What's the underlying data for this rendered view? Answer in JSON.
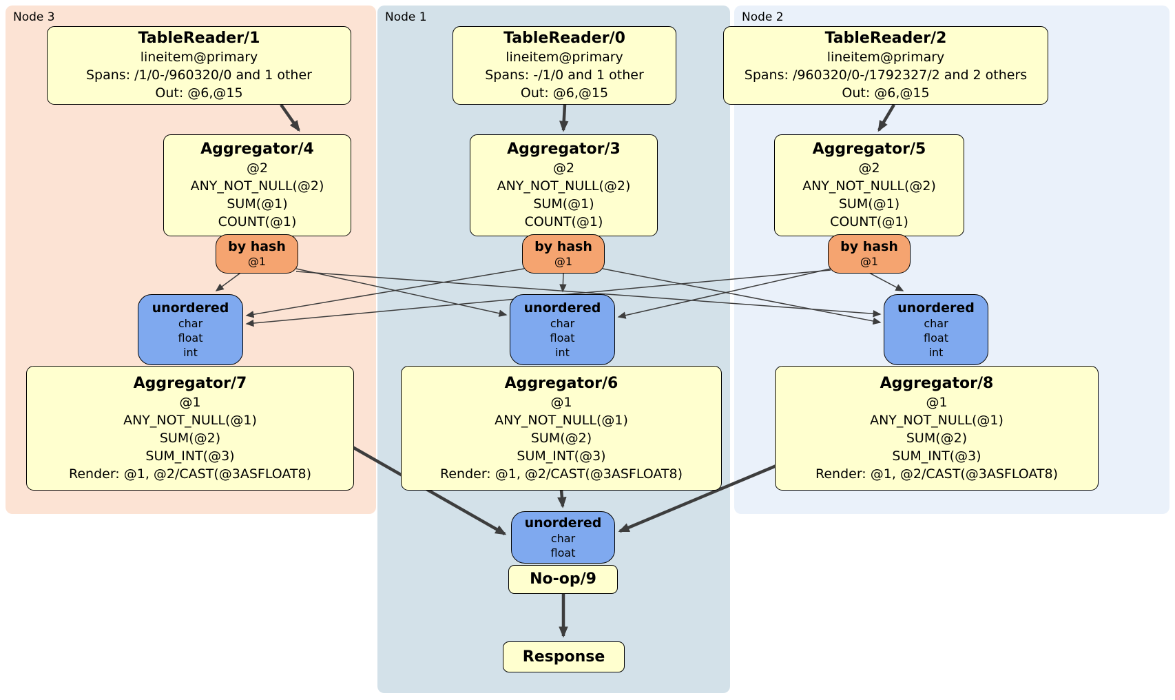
{
  "colors": {
    "node3_bg": "#fce3d4",
    "node1_bg": "#d3e1e9",
    "node2_bg": "#eaf1fa",
    "processor_bg": "#ffffcf",
    "router_bg": "#f5a470",
    "sync_bg": "#7fa9ef",
    "edge": "#3d3d3d",
    "border": "#000000"
  },
  "groups": {
    "node3": {
      "label": "Node 3"
    },
    "node1": {
      "label": "Node 1"
    },
    "node2": {
      "label": "Node 2"
    }
  },
  "processors": {
    "tr1": {
      "title": "TableReader/1",
      "lines": [
        "lineitem@primary",
        "Spans: /1/0-/960320/0 and 1 other",
        "Out: @6,@15"
      ]
    },
    "tr0": {
      "title": "TableReader/0",
      "lines": [
        "lineitem@primary",
        "Spans: -/1/0 and 1 other",
        "Out: @6,@15"
      ]
    },
    "tr2": {
      "title": "TableReader/2",
      "lines": [
        "lineitem@primary",
        "Spans: /960320/0-/1792327/2 and 2 others",
        "Out: @6,@15"
      ]
    },
    "agg4": {
      "title": "Aggregator/4",
      "lines": [
        "@2",
        "ANY_NOT_NULL(@2)",
        "SUM(@1)",
        "COUNT(@1)"
      ]
    },
    "agg3": {
      "title": "Aggregator/3",
      "lines": [
        "@2",
        "ANY_NOT_NULL(@2)",
        "SUM(@1)",
        "COUNT(@1)"
      ]
    },
    "agg5": {
      "title": "Aggregator/5",
      "lines": [
        "@2",
        "ANY_NOT_NULL(@2)",
        "SUM(@1)",
        "COUNT(@1)"
      ]
    },
    "agg7": {
      "title": "Aggregator/7",
      "lines": [
        "@1",
        "ANY_NOT_NULL(@1)",
        "SUM(@2)",
        "SUM_INT(@3)",
        "Render: @1, @2/CAST(@3ASFLOAT8)"
      ]
    },
    "agg6": {
      "title": "Aggregator/6",
      "lines": [
        "@1",
        "ANY_NOT_NULL(@1)",
        "SUM(@2)",
        "SUM_INT(@3)",
        "Render: @1, @2/CAST(@3ASFLOAT8)"
      ]
    },
    "agg8": {
      "title": "Aggregator/8",
      "lines": [
        "@1",
        "ANY_NOT_NULL(@1)",
        "SUM(@2)",
        "SUM_INT(@3)",
        "Render: @1, @2/CAST(@3ASFLOAT8)"
      ]
    },
    "noop": {
      "title": "No-op/9"
    },
    "response": {
      "title": "Response"
    }
  },
  "routers": {
    "hash_left": {
      "title": "by hash",
      "detail": "@1"
    },
    "hash_mid": {
      "title": "by hash",
      "detail": "@1"
    },
    "hash_right": {
      "title": "by hash",
      "detail": "@1"
    }
  },
  "syncs": {
    "sync_left": {
      "title": "unordered",
      "types": [
        "char",
        "float",
        "int"
      ]
    },
    "sync_mid": {
      "title": "unordered",
      "types": [
        "char",
        "float",
        "int"
      ]
    },
    "sync_right": {
      "title": "unordered",
      "types": [
        "char",
        "float",
        "int"
      ]
    },
    "sync_final": {
      "title": "unordered",
      "types": [
        "char",
        "float"
      ]
    }
  },
  "edges": {
    "flow": [
      {
        "from": "tr1",
        "to": "agg4"
      },
      {
        "from": "tr0",
        "to": "agg3"
      },
      {
        "from": "tr2",
        "to": "agg5"
      },
      {
        "from": "agg7",
        "to": "sync_final"
      },
      {
        "from": "agg6",
        "to": "sync_final"
      },
      {
        "from": "agg8",
        "to": "sync_final"
      },
      {
        "from": "noop",
        "to": "response"
      }
    ],
    "routing": [
      {
        "from": "hash_left",
        "to": "sync_left"
      },
      {
        "from": "hash_left",
        "to": "sync_mid"
      },
      {
        "from": "hash_left",
        "to": "sync_right"
      },
      {
        "from": "hash_mid",
        "to": "sync_left"
      },
      {
        "from": "hash_mid",
        "to": "sync_mid"
      },
      {
        "from": "hash_mid",
        "to": "sync_right"
      },
      {
        "from": "hash_right",
        "to": "sync_left"
      },
      {
        "from": "hash_right",
        "to": "sync_mid"
      },
      {
        "from": "hash_right",
        "to": "sync_right"
      }
    ]
  }
}
